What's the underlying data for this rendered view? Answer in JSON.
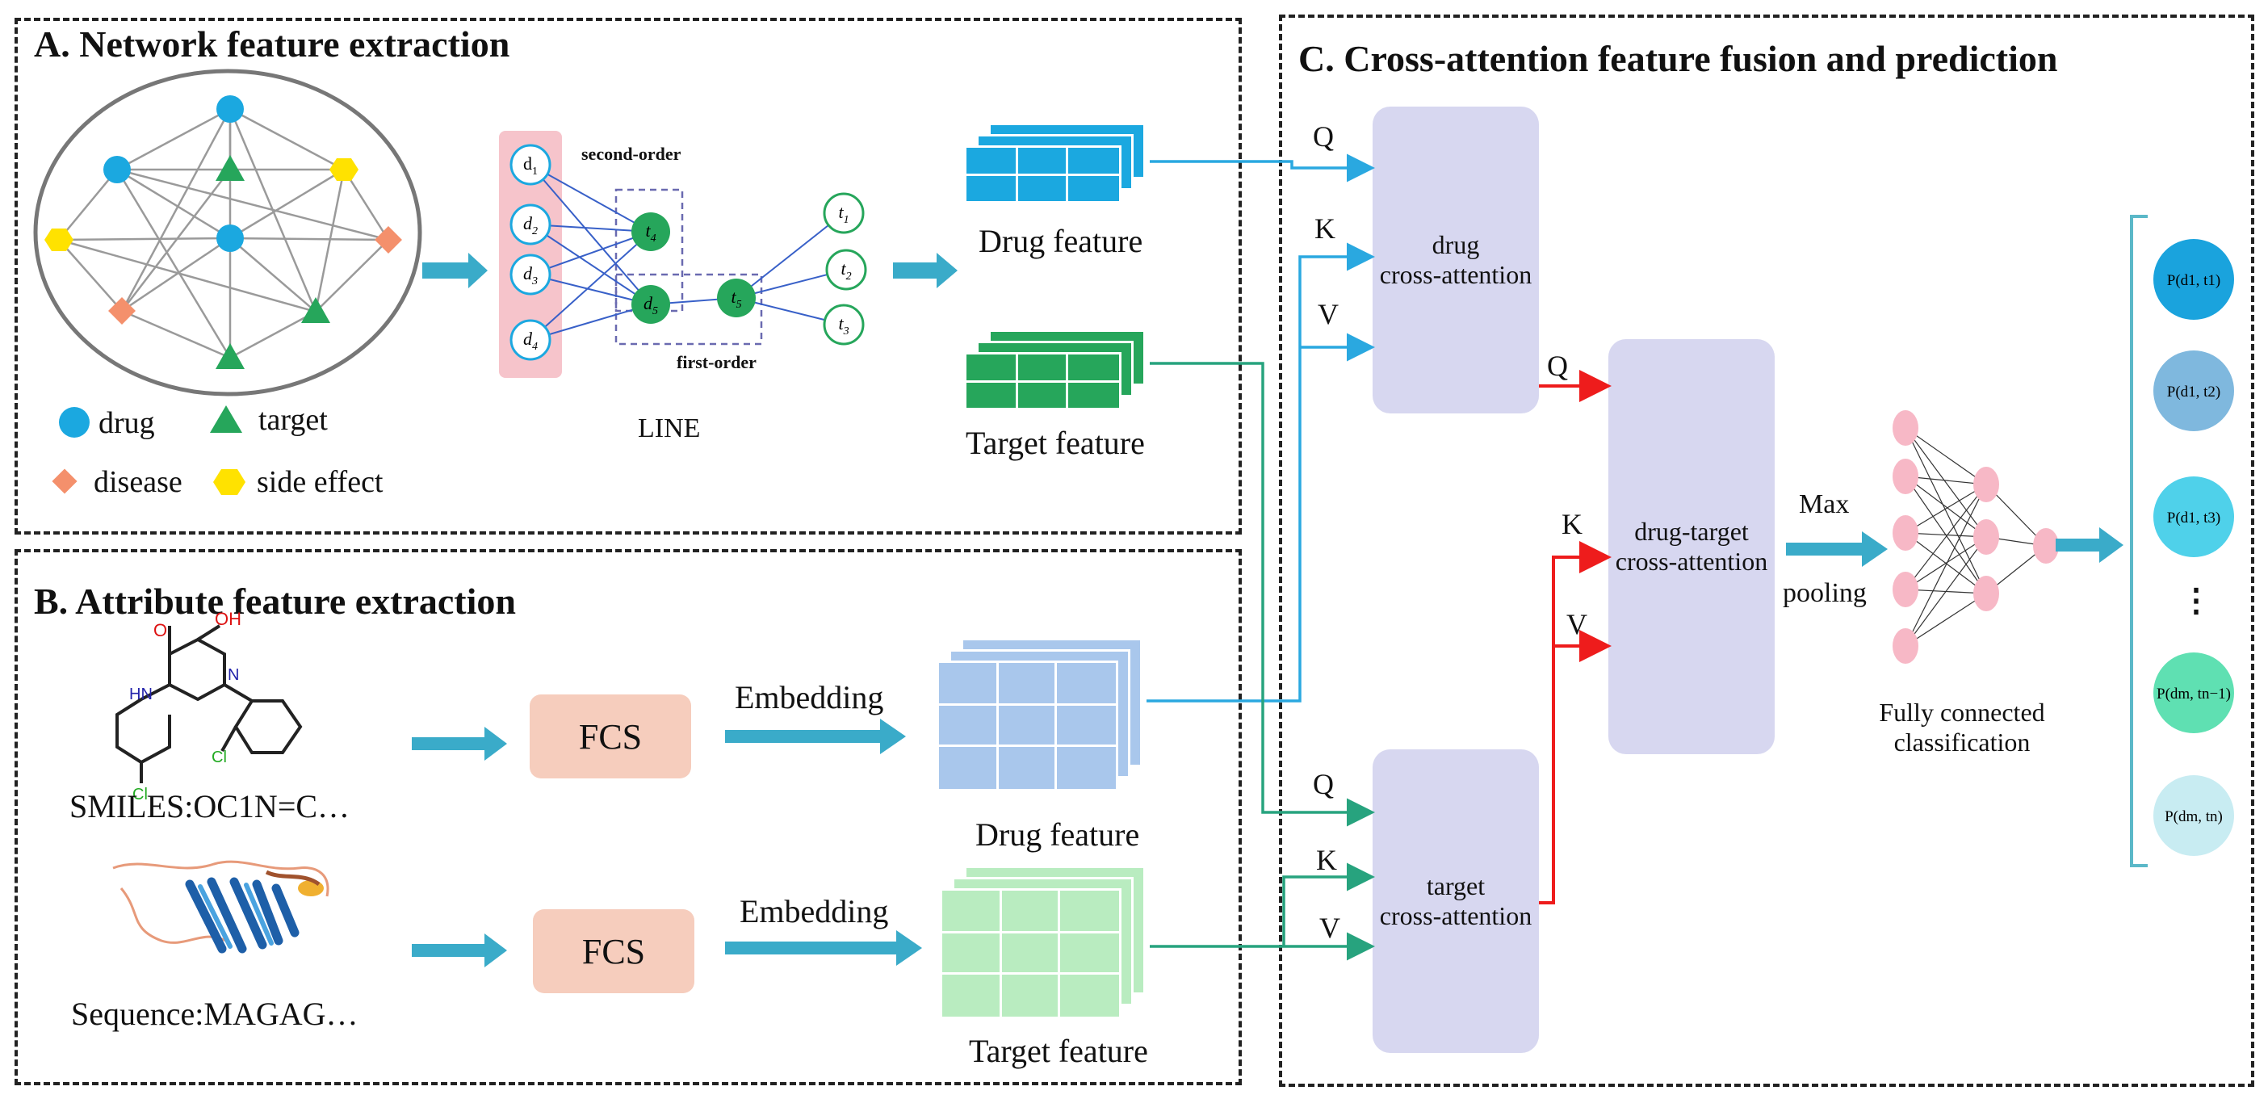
{
  "panels": {
    "a_title": "A. Network feature extraction",
    "b_title": "B. Attribute feature extraction",
    "c_title": "C. Cross-attention feature fusion and prediction"
  },
  "network": {
    "legend": {
      "drug": "drug",
      "target": "target",
      "disease": "disease",
      "side_effect": "side effect"
    },
    "line_label": "LINE",
    "second_order": "second-order",
    "first_order": "first-order",
    "drug_nodes": [
      "d",
      "d",
      "d",
      "d"
    ],
    "drug_subs": [
      "1",
      "2",
      "3",
      "4"
    ],
    "mid_nodes": [
      {
        "base": "t",
        "sub": "4"
      },
      {
        "base": "d",
        "sub": "5"
      },
      {
        "base": "t",
        "sub": "5"
      }
    ],
    "target_nodes": [
      "t",
      "t",
      "t"
    ],
    "target_subs": [
      "1",
      "2",
      "3"
    ],
    "drug_feature": "Drug feature",
    "target_feature": "Target feature"
  },
  "attribute": {
    "smiles": "SMILES:OC1N=C…",
    "sequence": "Sequence:MAGAG…",
    "fcs": "FCS",
    "embedding": "Embedding",
    "drug_feature": "Drug feature",
    "target_feature": "Target feature",
    "molecule_atoms": {
      "o1": "O",
      "oh": "OH",
      "hn": "HN",
      "n": "N",
      "cl1": "Cl",
      "cl2": "Cl"
    }
  },
  "fusion": {
    "q": "Q",
    "k": "K",
    "v": "V",
    "drug_ca": [
      "drug",
      "cross-attention"
    ],
    "target_ca": [
      "target",
      "cross-attention"
    ],
    "dt_ca": [
      "drug-target",
      "cross-attention"
    ],
    "max": "Max",
    "pooling": "pooling",
    "fc": [
      "Fully connected",
      "classification"
    ],
    "ellipsis": "⋮",
    "outputs": [
      {
        "d": "1",
        "t": "1",
        "color": "#1aa3dd"
      },
      {
        "d": "1",
        "t": "2",
        "color": "#7fb8de"
      },
      {
        "d": "1",
        "t": "3",
        "color": "#4fd1ea"
      },
      {
        "d": "m",
        "t": "n−1",
        "color": "#5fe0b2"
      },
      {
        "d": "m",
        "t": "n",
        "color": "#c8ecf2"
      }
    ]
  },
  "colors": {
    "drug": "#1ba8e0",
    "target": "#26a65b",
    "disease": "#f4906c",
    "side_effect": "#ffe200",
    "arrow": "#3aabc9",
    "red": "#ee1c1c",
    "cross_box": "#d7d7f0",
    "fcs_box": "#f6cdbd",
    "fc_node": "#f7b8c6",
    "drug_line": "#2aa8e0",
    "target_line": "#27a37e"
  }
}
